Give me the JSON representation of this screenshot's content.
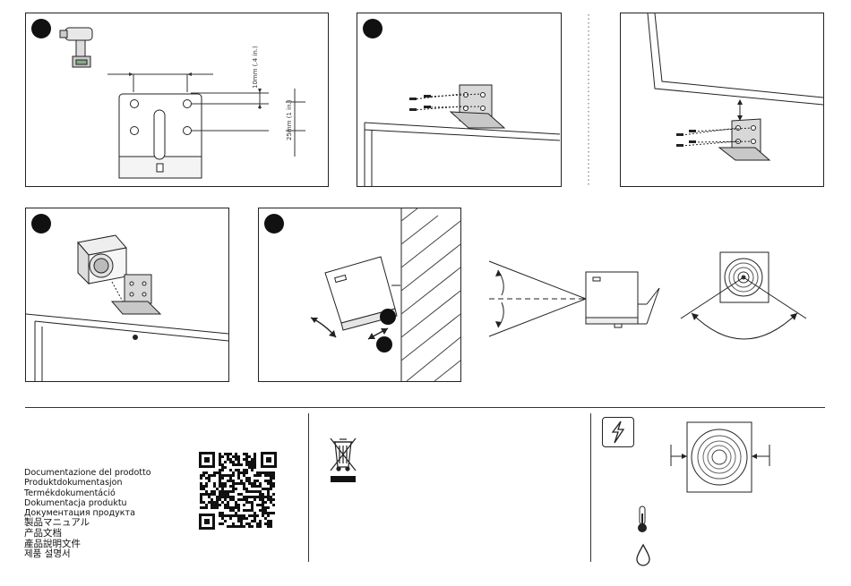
{
  "panels": {
    "drill_step": {
      "dim_vertical_spacing": "10mm (.4 in.)",
      "dim_hole_depth": "25mm (1 in.)"
    }
  },
  "product_documentation": [
    "Documentazione del prodotto",
    "Produktdokumentasjon",
    "Termékdokumentáció",
    "Dokumentacja produktu",
    "Документация продукта",
    "製品マニュアル",
    "产品文档",
    "產品說明文件",
    "제품 설명서"
  ],
  "icons": {
    "drill": "drill-icon",
    "recycle": "crossed-out-bin-icon",
    "electric": "electric-shock-icon",
    "temperature": "thermometer-icon",
    "humidity": "water-drop-icon",
    "qr": "qr-code"
  },
  "colors": {
    "ink": "#111111",
    "line": "#333333",
    "paper": "#ffffff"
  }
}
